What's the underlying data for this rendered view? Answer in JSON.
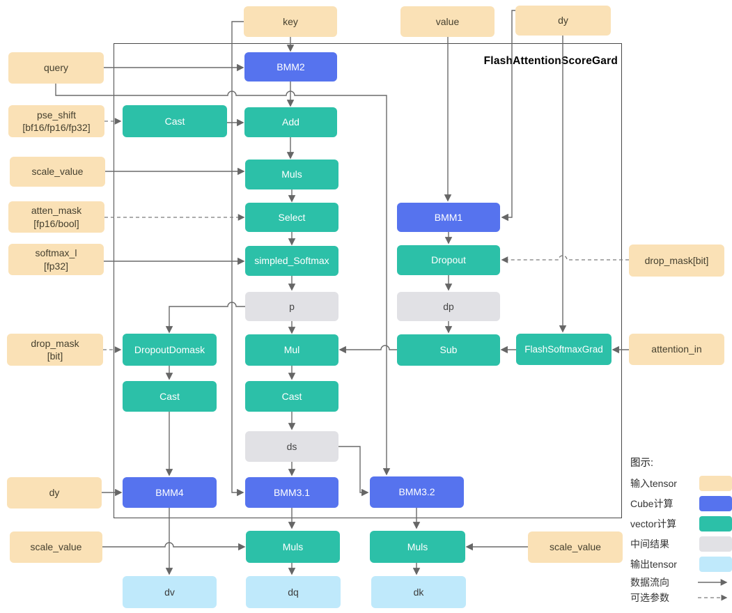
{
  "diagram": {
    "title": "FlashAttentionScoreGard"
  },
  "nodes": {
    "key": "key",
    "value": "value",
    "dy_top": "dy",
    "query": "query",
    "pse_shift": "pse_shift\n[bf16/fp16/fp32]",
    "scale_value_left": "scale_value",
    "atten_mask": "atten_mask\n[fp16/bool]",
    "softmax_l": "softmax_l\n[fp32]",
    "drop_mask_left": "drop_mask\n[bit]",
    "dy_left": "dy",
    "scale_value_bottom_left": "scale_value",
    "cast_pse": "Cast",
    "dropout_domask": "DropoutDomask",
    "cast_left": "Cast",
    "bmm4": "BMM4",
    "dv": "dv",
    "bmm2": "BMM2",
    "add": "Add",
    "muls_scale": "Muls",
    "select": "Select",
    "simpled_softmax": "simpled_Softmax",
    "p": "p",
    "mul": "Mul",
    "cast_ds": "Cast",
    "ds": "ds",
    "bmm3_1": "BMM3.1",
    "muls_dq": "Muls",
    "dq": "dq",
    "bmm1": "BMM1",
    "dropout": "Dropout",
    "dp": "dp",
    "sub": "Sub",
    "bmm3_2": "BMM3.2",
    "muls_dk": "Muls",
    "dk": "dk",
    "flash_softmax_grad": "FlashSoftmaxGrad",
    "drop_mask_right": "drop_mask[bit]",
    "attention_in": "attention_in",
    "scale_value_right": "scale_value"
  },
  "legend": {
    "title": "图示:",
    "items": [
      {
        "label": "输入tensor",
        "type": "input",
        "color": "#fae1b6"
      },
      {
        "label": "Cube计算",
        "type": "cube",
        "color": "#5673ee"
      },
      {
        "label": "vector计算",
        "type": "vector",
        "color": "#2cc0a8"
      },
      {
        "label": "中间结果",
        "type": "intermediate",
        "color": "#e1e1e5"
      },
      {
        "label": "输出tensor",
        "type": "output",
        "color": "#bfe9fb"
      },
      {
        "label": "数据流向",
        "type": "solid-arrow"
      },
      {
        "label": "可选参数",
        "type": "dashed-arrow"
      }
    ]
  },
  "colors": {
    "input": "#fae1b6",
    "cube": "#5673ee",
    "vector": "#2cc0a8",
    "intermediate": "#e1e1e5",
    "output": "#bfe9fb",
    "edge": "#666666",
    "frame_border": "#484848"
  }
}
